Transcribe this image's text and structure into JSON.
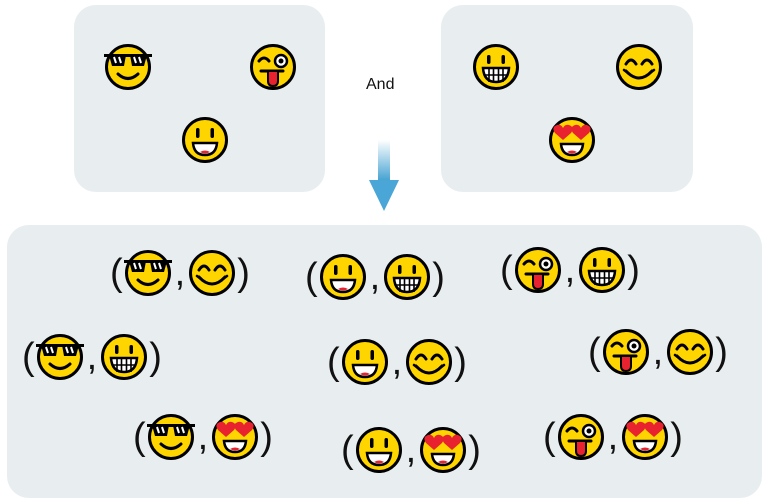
{
  "set_a": [
    "cool",
    "wink",
    "smile"
  ],
  "set_b": [
    "grin",
    "blush",
    "hearts"
  ],
  "connector_label": "And",
  "pairs": [
    [
      "cool",
      "blush"
    ],
    [
      "smile",
      "grin"
    ],
    [
      "wink",
      "grin"
    ],
    [
      "cool",
      "grin"
    ],
    [
      "smile",
      "blush"
    ],
    [
      "wink",
      "blush"
    ],
    [
      "cool",
      "hearts"
    ],
    [
      "smile",
      "hearts"
    ],
    [
      "wink",
      "hearts"
    ]
  ],
  "symbols": {
    "open": "(",
    "comma": ",",
    "close": ")"
  },
  "colors": {
    "panel": "#e8edf0",
    "face": "#FFD500",
    "heart": "#E8222E",
    "arrow": "#4aa6d6"
  }
}
